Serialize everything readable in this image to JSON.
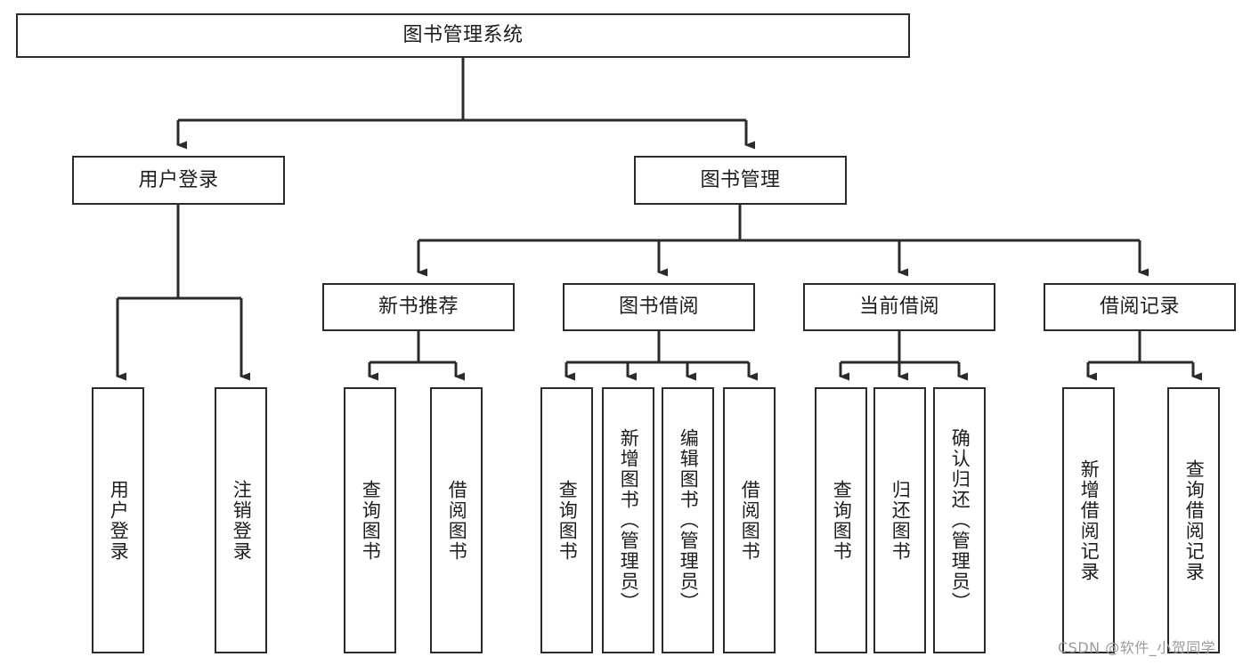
{
  "diagram": {
    "title": "图书管理系统",
    "type": "tree",
    "colors": {
      "box_border": "#2b2b2b",
      "box_fill": "#ffffff",
      "edge": "#2b2b2b",
      "text": "#1d1d1d",
      "watermark": "#9b9b9b"
    },
    "watermark": "CSDN @软件_小贺同学",
    "root": {
      "label": "图书管理系统"
    },
    "level2": [
      {
        "label": "用户登录"
      },
      {
        "label": "图书管理"
      }
    ],
    "level3": [
      {
        "label": "新书推荐"
      },
      {
        "label": "图书借阅"
      },
      {
        "label": "当前借阅"
      },
      {
        "label": "借阅记录"
      }
    ],
    "leaves": {
      "user_login": [
        {
          "label": "用户登录"
        },
        {
          "label": "注销登录"
        }
      ],
      "new_book": [
        {
          "label": "查询图书"
        },
        {
          "label": "借阅图书"
        }
      ],
      "borrow_book": [
        {
          "label": "查询图书"
        },
        {
          "label": "新增图书（管理员）"
        },
        {
          "label": "编辑图书（管理员）"
        },
        {
          "label": "借阅图书"
        }
      ],
      "current_borrow": [
        {
          "label": "查询图书"
        },
        {
          "label": "归还图书"
        },
        {
          "label": "确认归还（管理员）"
        }
      ],
      "borrow_record": [
        {
          "label": "新增借阅记录"
        },
        {
          "label": "查询借阅记录"
        }
      ]
    }
  }
}
